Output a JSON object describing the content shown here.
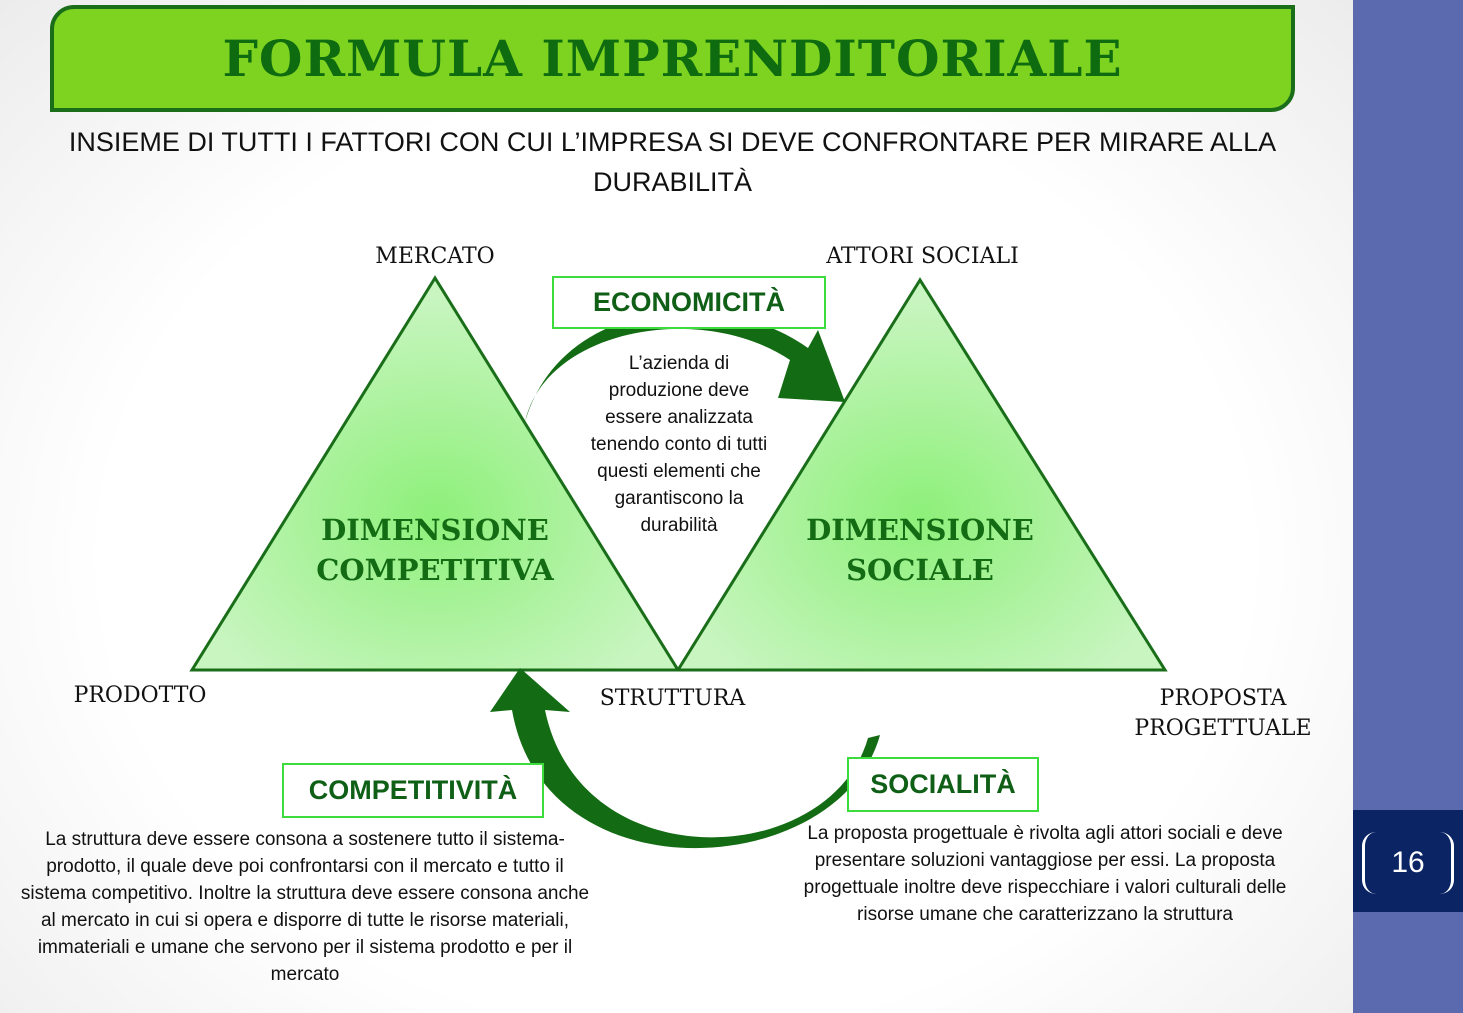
{
  "title": "FORMULA IMPRENDITORIALE",
  "subtitle": "INSIEME DI TUTTI I FATTORI CON CUI L’IMPRESA SI DEVE CONFRONTARE PER MIRARE ALLA DURABILITÀ",
  "labels": {
    "mercato": "MERCATO",
    "attori": "ATTORI SOCIALI",
    "prodotto": "PRODOTTO",
    "struttura": "STRUTTURA",
    "proposta": "PROPOSTA PROGETTUALE"
  },
  "triangles": {
    "left": "DIMENSIONE COMPETITIVA",
    "right": "DIMENSIONE SOCIALE"
  },
  "boxes": {
    "economicita": "ECONOMICITÀ",
    "competitivita": "COMPETITIVITÀ",
    "socialita": "SOCIALITÀ"
  },
  "center_text": "L’azienda di produzione deve essere analizzata tenendo conto di tutti questi elementi che garantiscono la durabilità",
  "left_paragraph": "La struttura deve essere consona a sostenere tutto il sistema-prodotto, il quale deve poi confrontarsi con il mercato e tutto il sistema competitivo. Inoltre la struttura deve essere consona anche al mercato in cui si opera e disporre di tutte le risorse materiali, immateriali e umane che servono per il sistema prodotto e per il mercato",
  "right_paragraph": "La proposta progettuale è rivolta agli attori sociali e deve presentare soluzioni vantaggiose per essi. La proposta progettuale inoltre deve rispecchiare i valori culturali delle risorse umane che caratterizzano la struttura",
  "page_number": "16",
  "colors": {
    "title_fill": "#7ed321",
    "title_text": "#0f6b0f",
    "arrow": "#136b13",
    "sidebar": "#5b6aae",
    "page_badge": "#0a2464"
  }
}
